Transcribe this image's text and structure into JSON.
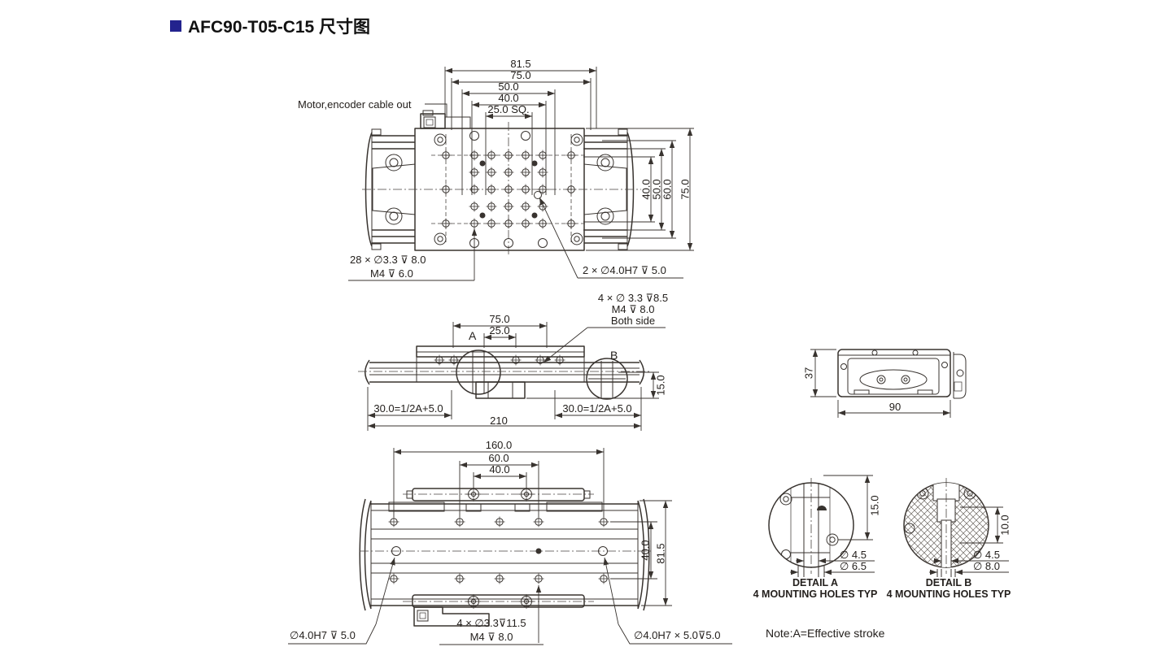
{
  "page": {
    "title": "AFC90-T05-C15 尺寸图",
    "note": "Note:A=Effective stroke",
    "accent_color": "#23238e",
    "line_color": "#38332f"
  },
  "top_view": {
    "cable_label": "Motor,encoder cable out",
    "dims_top": [
      "81.5",
      "75.0",
      "50.0",
      "40.0",
      "25.0 SQ."
    ],
    "dims_right": [
      "40.0",
      "50.0",
      "60.0",
      "75.0"
    ],
    "holes_label_line1": "28 × ∅3.3 ⊽ 8.0",
    "holes_label_line2": "M4 ⊽ 6.0",
    "pins_label": "2 × ∅4.0H7 ⊽ 5.0"
  },
  "front_view": {
    "dim_75": "75.0",
    "dim_25": "25.0",
    "label_a": "A",
    "label_b": "B",
    "side_holes_line1": "4 × ∅ 3.3 ⊽8.5",
    "side_holes_line2": "M4 ⊽ 8.0",
    "side_holes_line3": "Both side",
    "dim_15": "15.0",
    "dim_left": "30.0=1/2A+5.0",
    "dim_total": "210",
    "dim_right": "30.0=1/2A+5.0"
  },
  "end_view": {
    "dim_height": "37",
    "dim_width": "90"
  },
  "bottom_view": {
    "dims_top": [
      "160.0",
      "60.0",
      "40.0"
    ],
    "dims_right": [
      "40.0",
      "81.5"
    ],
    "label_left": "∅4.0H7 ⊽ 5.0",
    "label_center_line1": "4 × ∅3.3⊽11.5",
    "label_center_line2": "M4 ⊽ 8.0",
    "label_right": "∅4.0H7 × 5.0⊽5.0"
  },
  "detail_a": {
    "dim_side": "15.0",
    "dia_small": "∅ 4.5",
    "dia_large": "∅ 6.5",
    "caption_line1": "DETAIL A",
    "caption_line2": "4 MOUNTING HOLES TYP"
  },
  "detail_b": {
    "dim_side": "10.0",
    "dia_small": "∅ 4.5",
    "dia_large": "∅ 8.0",
    "caption_line1": "DETAIL B",
    "caption_line2": "4 MOUNTING HOLES TYP"
  }
}
